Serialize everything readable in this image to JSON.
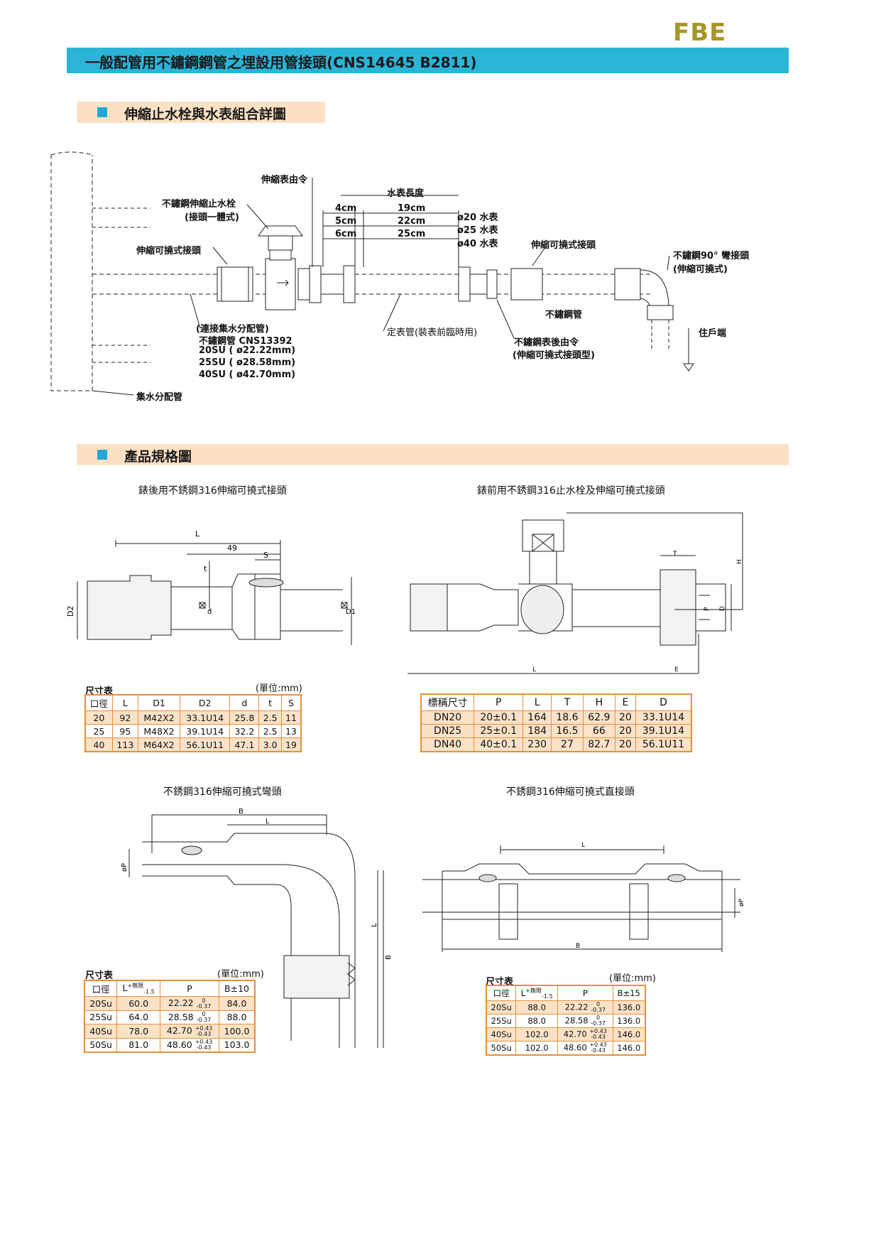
{
  "brand": "FBE",
  "title": "一般配管用不鏽鋼鋼管之埋設用管接頭(CNS14645 B2811)",
  "section1": {
    "title": "伸縮止水栓與水表組合詳圖",
    "labels": {
      "meter_union": "伸縮表由令",
      "meter_length": "水表長度",
      "valve_line1": "不鏽鋼伸縮止水栓",
      "valve_line2": "(接頭一體式)",
      "flex_joint_left": "伸縮可撓式接頭",
      "flex_joint_right": "伸縮可撓式接頭",
      "elbow_line1": "不鏽鋼90° 彎接頭",
      "elbow_line2": "(伸縮可撓式)",
      "ss_pipe": "不鏽鋼管",
      "user_end": "住戶端",
      "meter_pipe": "定表管(裝表前臨時用)",
      "after_union_line1": "不鏽鋼表後由令",
      "after_union_line2": "(伸縮可撓式接頭型)",
      "connect_line1": "(連接集水分配管)",
      "connect_line2": "不鏽鋼管 CNS13392",
      "connect_line3": "20SU ( ø22.22mm)",
      "connect_line4": "25SU ( ø28.58mm)",
      "connect_line5": "40SU ( ø42.70mm)",
      "header_pipe": "集水分配管"
    },
    "meter_rows": [
      {
        "gap": "4cm",
        "length": "19cm",
        "size": "ø20 水表"
      },
      {
        "gap": "5cm",
        "length": "22cm",
        "size": "ø25 水表"
      },
      {
        "gap": "6cm",
        "length": "25cm",
        "size": "ø40 水表"
      }
    ]
  },
  "section2": {
    "title": "產品規格圖",
    "drawing1": {
      "title": "錶後用不銹鋼316伸縮可撓式接頭",
      "dims": {
        "L": "L",
        "d49": "49",
        "S": "S",
        "t": "t",
        "d": "d",
        "D1": "D1",
        "D2": "D2"
      },
      "table_title": "尺寸表",
      "unit": "(單位:mm)",
      "headers": [
        "口徑",
        "L",
        "D1",
        "D2",
        "d",
        "t",
        "S"
      ],
      "rows": [
        [
          "20",
          "92",
          "M42X2",
          "33.1U14",
          "25.8",
          "2.5",
          "11"
        ],
        [
          "25",
          "95",
          "M48X2",
          "39.1U14",
          "32.2",
          "2.5",
          "13"
        ],
        [
          "40",
          "113",
          "M64X2",
          "56.1U11",
          "47.1",
          "3.0",
          "19"
        ]
      ]
    },
    "drawing2": {
      "title": "錶前用不銹鋼316止水栓及伸縮可撓式接頭",
      "dims": {
        "T": "T",
        "H": "H",
        "P": "P",
        "D": "D",
        "L": "L",
        "E": "E"
      },
      "headers": [
        "標稱尺寸",
        "P",
        "L",
        "T",
        "H",
        "E",
        "D"
      ],
      "rows": [
        [
          "DN20",
          "20±0.1",
          "164",
          "18.6",
          "62.9",
          "20",
          "33.1U14"
        ],
        [
          "DN25",
          "25±0.1",
          "184",
          "16.5",
          "66",
          "20",
          "39.1U14"
        ],
        [
          "DN40",
          "40±0.1",
          "230",
          "27",
          "82.7",
          "20",
          "56.1U11"
        ]
      ]
    },
    "drawing3": {
      "title": "不銹鋼316伸縮可撓式彎頭",
      "dims": {
        "B": "B",
        "L": "L",
        "P": "øP"
      },
      "table_title": "尺寸表",
      "unit": "(單位:mm)",
      "headers": [
        "口徑",
        "L",
        "P",
        "B±10"
      ],
      "l_tol_top": "+無限",
      "l_tol_bottom": "-1.5",
      "rows": [
        {
          "size": "20Su",
          "L": "60.0",
          "P": "22.22",
          "tol_up": "0",
          "tol_dn": "-0.37",
          "B": "84.0"
        },
        {
          "size": "25Su",
          "L": "64.0",
          "P": "28.58",
          "tol_up": "0",
          "tol_dn": "-0.37",
          "B": "88.0"
        },
        {
          "size": "40Su",
          "L": "78.0",
          "P": "42.70",
          "tol_up": "+0.43",
          "tol_dn": "-0.43",
          "B": "100.0"
        },
        {
          "size": "50Su",
          "L": "81.0",
          "P": "48.60",
          "tol_up": "+0.43",
          "tol_dn": "-0.43",
          "B": "103.0"
        }
      ]
    },
    "drawing4": {
      "title": "不銹鋼316伸縮可撓式直接頭",
      "dims": {
        "L": "L",
        "B": "B",
        "P": "øP"
      },
      "table_title": "尺寸表",
      "unit": "(單位:mm)",
      "headers": [
        "口徑",
        "L",
        "P",
        "B±15"
      ],
      "l_tol_top": "+無限",
      "l_tol_bottom": "-1.5",
      "rows": [
        {
          "size": "20Su",
          "L": "88.0",
          "P": "22.22",
          "tol_up": "0",
          "tol_dn": "-0.37",
          "B": "136.0"
        },
        {
          "size": "25Su",
          "L": "88.0",
          "P": "28.58",
          "tol_up": "0",
          "tol_dn": "-0.37",
          "B": "136.0"
        },
        {
          "size": "40Su",
          "L": "102.0",
          "P": "42.70",
          "tol_up": "+0.43",
          "tol_dn": "-0.43",
          "B": "146.0"
        },
        {
          "size": "50Su",
          "L": "102.0",
          "P": "48.60",
          "tol_up": "+0.43",
          "tol_dn": "-0.43",
          "B": "146.0"
        }
      ]
    }
  },
  "colors": {
    "title_bar": "#2ab4d8",
    "section_bar": "#fce1c4",
    "section_square": "#23a8d6",
    "brand": "#a8962a",
    "table_border": "#e8903a",
    "table_alt": "#fbe2c7"
  }
}
